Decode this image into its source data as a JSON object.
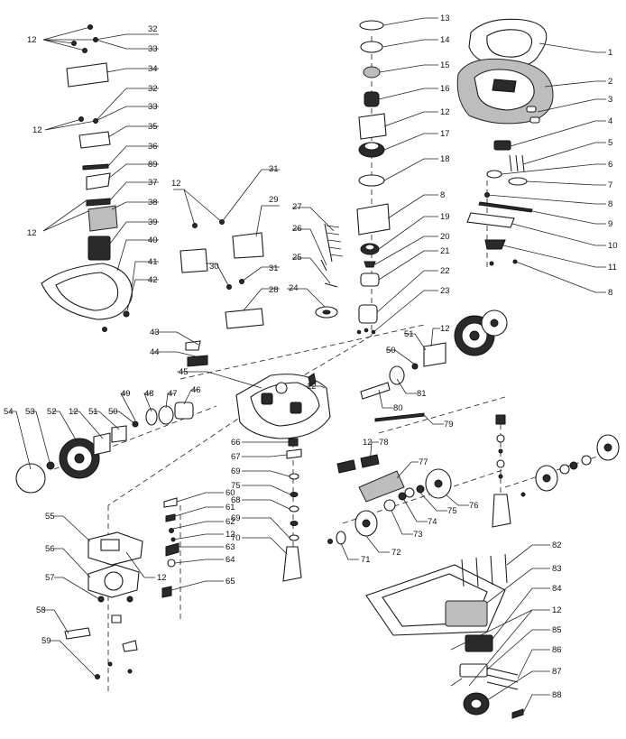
{
  "callouts": [
    {
      "id": "c1",
      "text": "1"
    },
    {
      "id": "c2",
      "text": "2"
    },
    {
      "id": "c3",
      "text": "3"
    },
    {
      "id": "c4",
      "text": "4"
    },
    {
      "id": "c5",
      "text": "5"
    },
    {
      "id": "c6",
      "text": "6"
    },
    {
      "id": "c7",
      "text": "7"
    },
    {
      "id": "c8a",
      "text": "8"
    },
    {
      "id": "c9",
      "text": "9"
    },
    {
      "id": "c10",
      "text": "10"
    },
    {
      "id": "c11",
      "text": "11"
    },
    {
      "id": "c8b",
      "text": "8"
    },
    {
      "id": "c13",
      "text": "13"
    },
    {
      "id": "c14",
      "text": "14"
    },
    {
      "id": "c15",
      "text": "15"
    },
    {
      "id": "c16",
      "text": "16"
    },
    {
      "id": "c12a",
      "text": "12"
    },
    {
      "id": "c17",
      "text": "17"
    },
    {
      "id": "c18",
      "text": "18"
    },
    {
      "id": "c8c",
      "text": "8"
    },
    {
      "id": "c19",
      "text": "19"
    },
    {
      "id": "c20",
      "text": "20"
    },
    {
      "id": "c21",
      "text": "21"
    },
    {
      "id": "c22",
      "text": "22"
    },
    {
      "id": "c23",
      "text": "23"
    },
    {
      "id": "c12b",
      "text": "12"
    },
    {
      "id": "c32a",
      "text": "32"
    },
    {
      "id": "c33a",
      "text": "33"
    },
    {
      "id": "c34",
      "text": "34"
    },
    {
      "id": "c32b",
      "text": "32"
    },
    {
      "id": "c33b",
      "text": "33"
    },
    {
      "id": "c12c",
      "text": "12"
    },
    {
      "id": "c35",
      "text": "35"
    },
    {
      "id": "c36",
      "text": "36"
    },
    {
      "id": "c89",
      "text": "89"
    },
    {
      "id": "c37",
      "text": "37"
    },
    {
      "id": "c38",
      "text": "38"
    },
    {
      "id": "c12d",
      "text": "12"
    },
    {
      "id": "c39",
      "text": "39"
    },
    {
      "id": "c40",
      "text": "40"
    },
    {
      "id": "c41",
      "text": "41"
    },
    {
      "id": "c42",
      "text": "42"
    },
    {
      "id": "c12e",
      "text": "12"
    },
    {
      "id": "c31a",
      "text": "31"
    },
    {
      "id": "c29",
      "text": "29"
    },
    {
      "id": "c27",
      "text": "27"
    },
    {
      "id": "c26",
      "text": "26"
    },
    {
      "id": "c25",
      "text": "25"
    },
    {
      "id": "c30",
      "text": "30"
    },
    {
      "id": "c31b",
      "text": "31"
    },
    {
      "id": "c28",
      "text": "28"
    },
    {
      "id": "c24",
      "text": "24"
    },
    {
      "id": "c43",
      "text": "43"
    },
    {
      "id": "c44",
      "text": "44"
    },
    {
      "id": "c45",
      "text": "45"
    },
    {
      "id": "c12f",
      "text": "12"
    },
    {
      "id": "c51a",
      "text": "51"
    },
    {
      "id": "c12g",
      "text": "12"
    },
    {
      "id": "c50a",
      "text": "50"
    },
    {
      "id": "c49",
      "text": "49"
    },
    {
      "id": "c48",
      "text": "48"
    },
    {
      "id": "c47",
      "text": "47"
    },
    {
      "id": "c46",
      "text": "46"
    },
    {
      "id": "c81",
      "text": "81"
    },
    {
      "id": "c80",
      "text": "80"
    },
    {
      "id": "c79",
      "text": "79"
    },
    {
      "id": "c54",
      "text": "54"
    },
    {
      "id": "c53",
      "text": "53"
    },
    {
      "id": "c52",
      "text": "52"
    },
    {
      "id": "c12h",
      "text": "12"
    },
    {
      "id": "c51b",
      "text": "51"
    },
    {
      "id": "c50b",
      "text": "50"
    },
    {
      "id": "c12i",
      "text": "12"
    },
    {
      "id": "c78",
      "text": "78"
    },
    {
      "id": "c77",
      "text": "77"
    },
    {
      "id": "c66",
      "text": "66"
    },
    {
      "id": "c67",
      "text": "67"
    },
    {
      "id": "c69a",
      "text": "69"
    },
    {
      "id": "c75a",
      "text": "75"
    },
    {
      "id": "c68",
      "text": "68"
    },
    {
      "id": "c69b",
      "text": "69"
    },
    {
      "id": "c70",
      "text": "70"
    },
    {
      "id": "c71",
      "text": "71"
    },
    {
      "id": "c72",
      "text": "72"
    },
    {
      "id": "c73",
      "text": "73"
    },
    {
      "id": "c74",
      "text": "74"
    },
    {
      "id": "c75b",
      "text": "75"
    },
    {
      "id": "c76",
      "text": "76"
    },
    {
      "id": "c60",
      "text": "60"
    },
    {
      "id": "c61",
      "text": "61"
    },
    {
      "id": "c62",
      "text": "62"
    },
    {
      "id": "c12j",
      "text": "12"
    },
    {
      "id": "c63",
      "text": "63"
    },
    {
      "id": "c64",
      "text": "64"
    },
    {
      "id": "c65",
      "text": "65"
    },
    {
      "id": "c55",
      "text": "55"
    },
    {
      "id": "c12k",
      "text": "12"
    },
    {
      "id": "c56",
      "text": "56"
    },
    {
      "id": "c57",
      "text": "57"
    },
    {
      "id": "c58",
      "text": "58"
    },
    {
      "id": "c59",
      "text": "59"
    },
    {
      "id": "c82",
      "text": "82"
    },
    {
      "id": "c83",
      "text": "83"
    },
    {
      "id": "c84",
      "text": "84"
    },
    {
      "id": "c12l",
      "text": "12"
    },
    {
      "id": "c85",
      "text": "85"
    },
    {
      "id": "c86",
      "text": "86"
    },
    {
      "id": "c87",
      "text": "87"
    },
    {
      "id": "c88",
      "text": "88"
    }
  ]
}
